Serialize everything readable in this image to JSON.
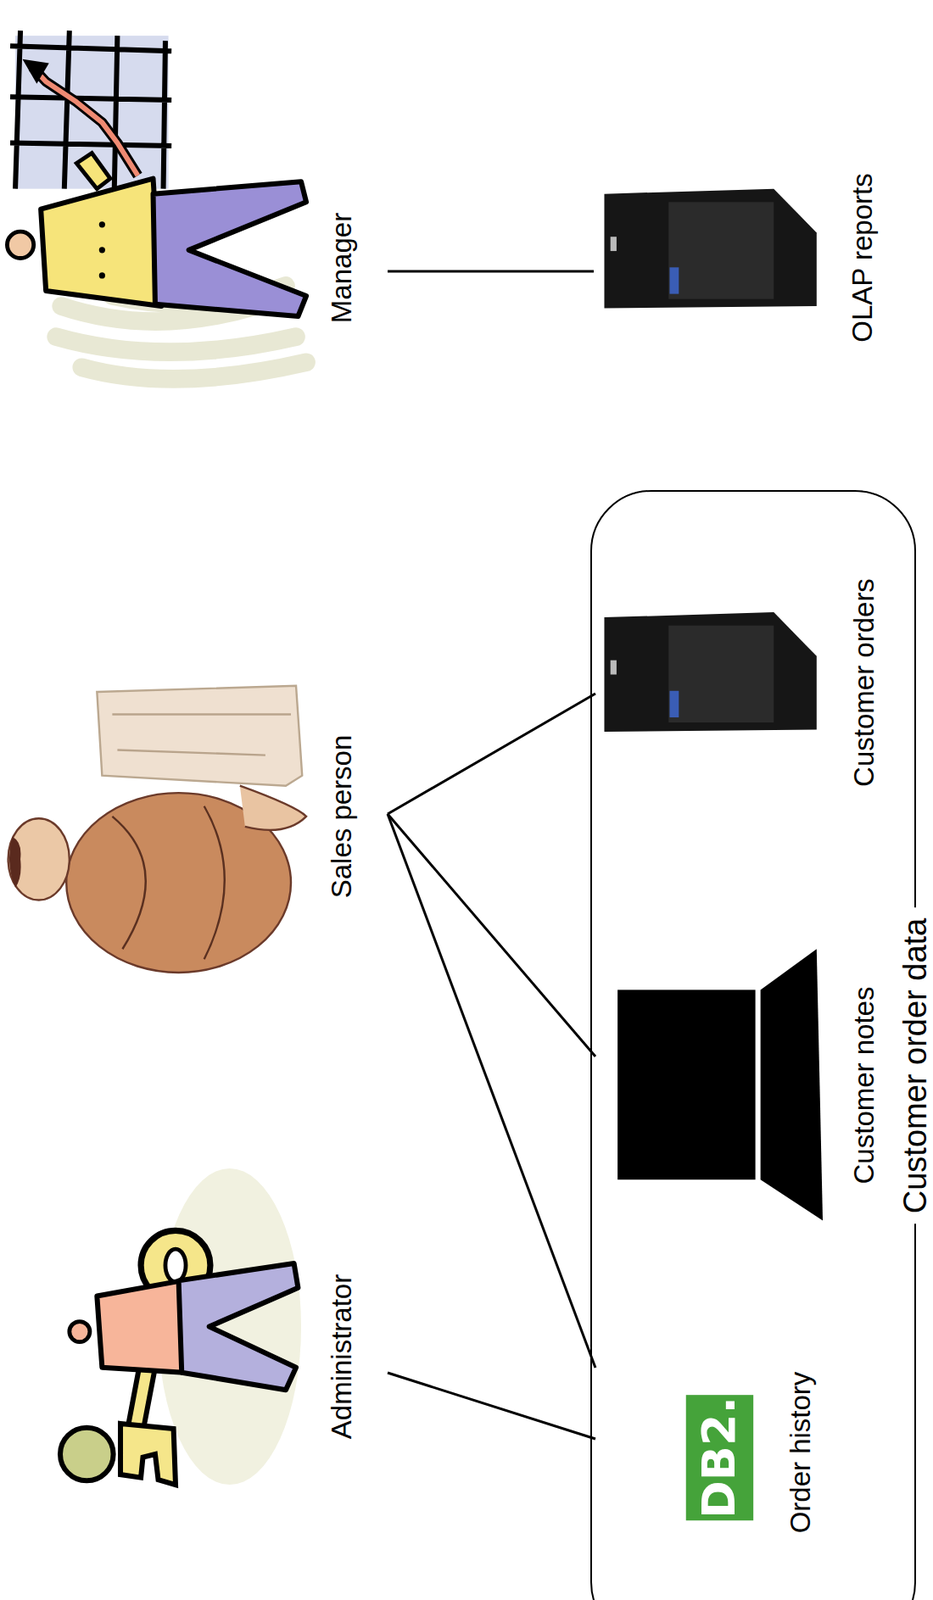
{
  "diagram": {
    "nodes": [
      {
        "text": [
          "Administrator"
        ]
      },
      {
        "text": [
          "Sales person"
        ]
      },
      {
        "text": [
          "Manager"
        ]
      },
      {
        "text": [
          "Customer order data"
        ]
      },
      {
        "text": [
          "Order history"
        ],
        "in": 3
      },
      {
        "text": [
          "Customer notes"
        ],
        "in": 3
      },
      {
        "text": [
          "Customer orders"
        ],
        "in": 3
      },
      {
        "text": [
          "OLAP reports"
        ]
      }
    ],
    "edges": [
      {
        "from": 0,
        "to": 4,
        "arrow": "none"
      },
      {
        "from": 1,
        "to": 4,
        "arrow": "none"
      },
      {
        "from": 1,
        "to": 5,
        "arrow": "none"
      },
      {
        "from": 1,
        "to": 6,
        "arrow": "none"
      },
      {
        "from": 2,
        "to": 7,
        "arrow": "none"
      }
    ],
    "labels": [
      "DB2."
    ]
  }
}
